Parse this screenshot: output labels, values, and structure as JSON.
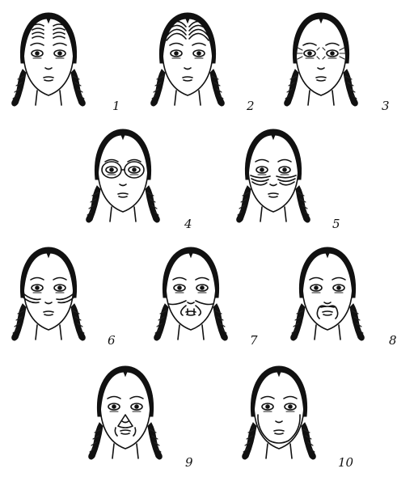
{
  "figure": {
    "faces": [
      {
        "id": 1,
        "label": "1",
        "marks": "forehead-short"
      },
      {
        "id": 2,
        "label": "2",
        "marks": "forehead-arches"
      },
      {
        "id": 3,
        "label": "3",
        "marks": "eye-corners"
      },
      {
        "id": 4,
        "label": "4",
        "marks": "eye-circles"
      },
      {
        "id": 5,
        "label": "5",
        "marks": "under-eyes"
      },
      {
        "id": 6,
        "label": "6",
        "marks": "cheek-lines"
      },
      {
        "id": 7,
        "label": "7",
        "marks": "nasolabial"
      },
      {
        "id": 8,
        "label": "8",
        "marks": "mustache"
      },
      {
        "id": 9,
        "label": "9",
        "marks": "nose-triangle"
      },
      {
        "id": 10,
        "label": "10",
        "marks": "jaw-lines"
      }
    ]
  },
  "colors": {
    "ink": "#111111",
    "paper": "#ffffff"
  }
}
